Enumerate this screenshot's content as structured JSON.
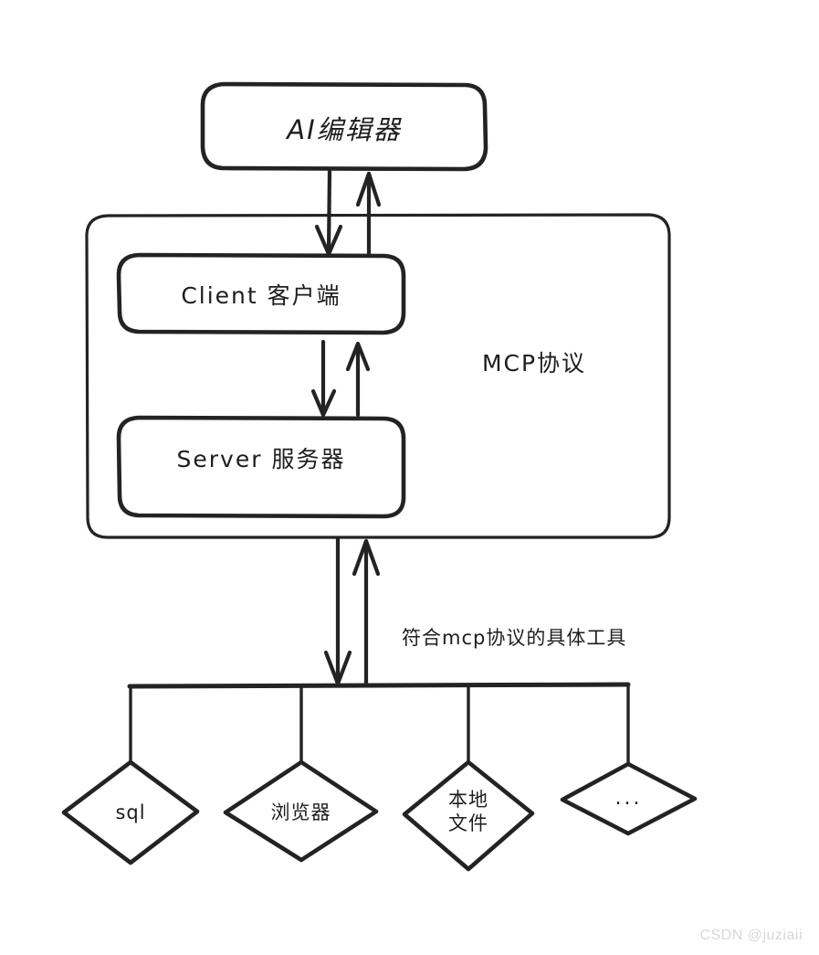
{
  "diagram": {
    "title_node": {
      "label": "AI编辑器"
    },
    "protocol_container": {
      "label": "MCP协议"
    },
    "inner_nodes": [
      {
        "id": "client",
        "label": "Client 客户端"
      },
      {
        "id": "server",
        "label": "Server 服务器"
      }
    ],
    "edge_labels": [
      {
        "id": "tools-edge",
        "label": "符合mcp协议的具体工具"
      }
    ],
    "tools": [
      {
        "id": "sql",
        "label": "sql"
      },
      {
        "id": "browser",
        "label": "浏览器"
      },
      {
        "id": "local-file",
        "line1": "本地",
        "line2": "文件"
      },
      {
        "id": "more",
        "label": "..."
      }
    ]
  },
  "watermark": {
    "text": "CSDN @juziaii"
  },
  "colors": {
    "ink": "#232323",
    "paper": "#ffffff",
    "watermark": "#d8d8d8"
  }
}
